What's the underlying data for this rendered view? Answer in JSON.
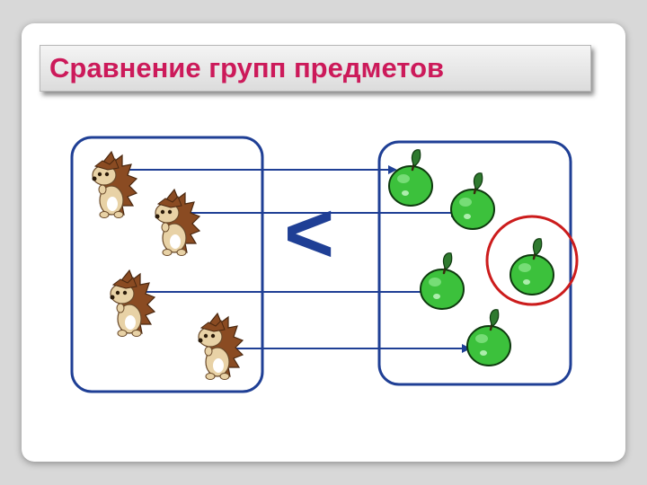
{
  "title": "Сравнение групп предметов",
  "comparison_sign": "<",
  "groups": {
    "left": {
      "item": "hedgehog-icon",
      "count": 4
    },
    "right": {
      "item": "apple-icon",
      "count": 5
    }
  },
  "highlighted_extra_item": "apple-icon",
  "colors": {
    "title": "#cc1a5a",
    "group_border": "#1f3f95",
    "arrow": "#1f3f95",
    "highlight_circle": "#cc1c1c",
    "apple": "#3cc13c"
  }
}
